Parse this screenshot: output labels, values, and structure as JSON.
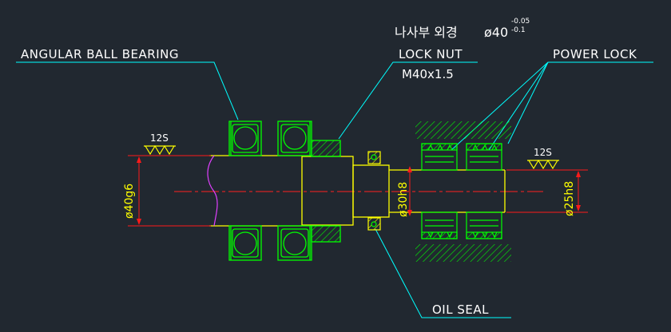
{
  "labels": {
    "korean_note": "나사부 외경",
    "korean_phi": "ø40",
    "tol_upper": "-0.05",
    "tol_lower": "-0.1",
    "angular_ball_bearing": "ANGULAR BALL BEARING",
    "lock_nut": "LOCK NUT",
    "lock_nut_size": "M40x1.5",
    "power_lock": "POWER LOCK",
    "oil_seal": "OIL SEAL",
    "roughness_left": "12S",
    "roughness_right": "12S",
    "dim_phi40": "ø40g6",
    "dim_phi30": "ø30h8",
    "dim_phi25": "ø25h8"
  },
  "colors": {
    "background": "#212830",
    "label": "#ffffff",
    "leader": "#00ffff",
    "part": "#00ff00",
    "shaft": "#ffff00",
    "center": "#ff2020",
    "dimension": "#ff1a1a",
    "dim_text": "#ffff00",
    "break": "#e040ff"
  }
}
